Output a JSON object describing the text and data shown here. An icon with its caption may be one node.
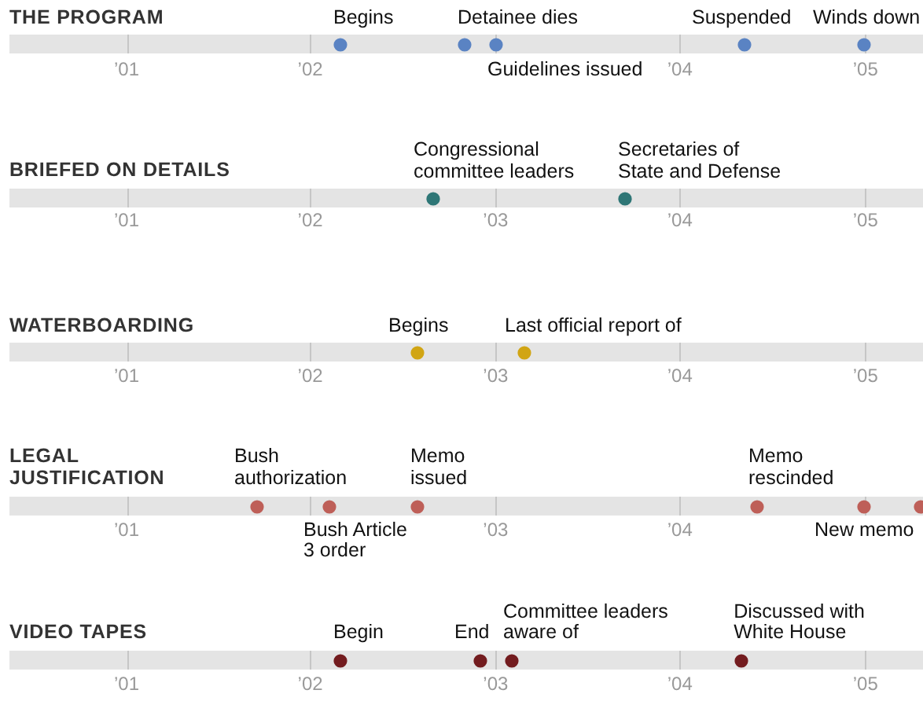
{
  "diagram": {
    "nodes": [
      {
        "text": [
          "THE PROGRAM"
        ]
      },
      {
        "text": [],
        "shape": "circle",
        "in": 0,
        "beside": [
          "Begins"
        ]
      },
      {
        "text": [],
        "shape": "circle",
        "in": 0,
        "beside": [
          "Detainee dies"
        ]
      },
      {
        "text": [],
        "shape": "circle",
        "in": 0,
        "beside": [
          "Guidelines issued"
        ]
      },
      {
        "text": [],
        "shape": "circle",
        "in": 0,
        "beside": [
          "Suspended"
        ]
      },
      {
        "text": [],
        "shape": "circle",
        "in": 0,
        "beside": [
          "Winds down"
        ]
      },
      {
        "text": [
          "BRIEFED ON DETAILS"
        ]
      },
      {
        "text": [],
        "shape": "circle",
        "in": 6,
        "beside": [
          "Congressional committee leaders"
        ]
      },
      {
        "text": [],
        "shape": "circle",
        "in": 6,
        "beside": [
          "Secretaries of State and Defense"
        ]
      },
      {
        "text": [
          "WATERBOARDING"
        ]
      },
      {
        "text": [],
        "shape": "circle",
        "in": 9,
        "beside": [
          "Begins"
        ]
      },
      {
        "text": [],
        "shape": "circle",
        "in": 9,
        "beside": [
          "Last official report of"
        ]
      },
      {
        "text": [
          "LEGAL JUSTIFICATION"
        ]
      },
      {
        "text": [],
        "shape": "circle",
        "in": 12,
        "beside": [
          "Bush authorization"
        ]
      },
      {
        "text": [],
        "shape": "circle",
        "in": 12,
        "beside": [
          "Bush Article 3 order"
        ]
      },
      {
        "text": [],
        "shape": "circle",
        "in": 12,
        "beside": [
          "Memo issued"
        ]
      },
      {
        "text": [],
        "shape": "circle",
        "in": 12,
        "beside": [
          "Memo rescinded"
        ]
      },
      {
        "text": [],
        "shape": "circle",
        "in": 12,
        "beside": [
          "New memo"
        ]
      },
      {
        "text": [],
        "shape": "circle",
        "in": 12
      },
      {
        "text": [
          "VIDEO TAPES"
        ]
      },
      {
        "text": [],
        "shape": "circle",
        "in": 19,
        "beside": [
          "Begin"
        ]
      },
      {
        "text": [],
        "shape": "circle",
        "in": 19,
        "beside": [
          "End"
        ]
      },
      {
        "text": [],
        "shape": "circle",
        "in": 19,
        "beside": [
          "Committee leaders aware of"
        ]
      },
      {
        "text": [],
        "shape": "circle",
        "in": 19,
        "beside": [
          "Discussed with White House"
        ]
      }
    ],
    "labels": [
      "’01",
      "’02",
      "’04",
      "’05",
      "’01",
      "’02",
      "’03",
      "’04",
      "’05",
      "’01",
      "’02",
      "’03",
      "’04",
      "’05",
      "’01",
      "’03",
      "’04",
      "’01",
      "’02",
      "’03",
      "’04",
      "’05"
    ]
  }
}
